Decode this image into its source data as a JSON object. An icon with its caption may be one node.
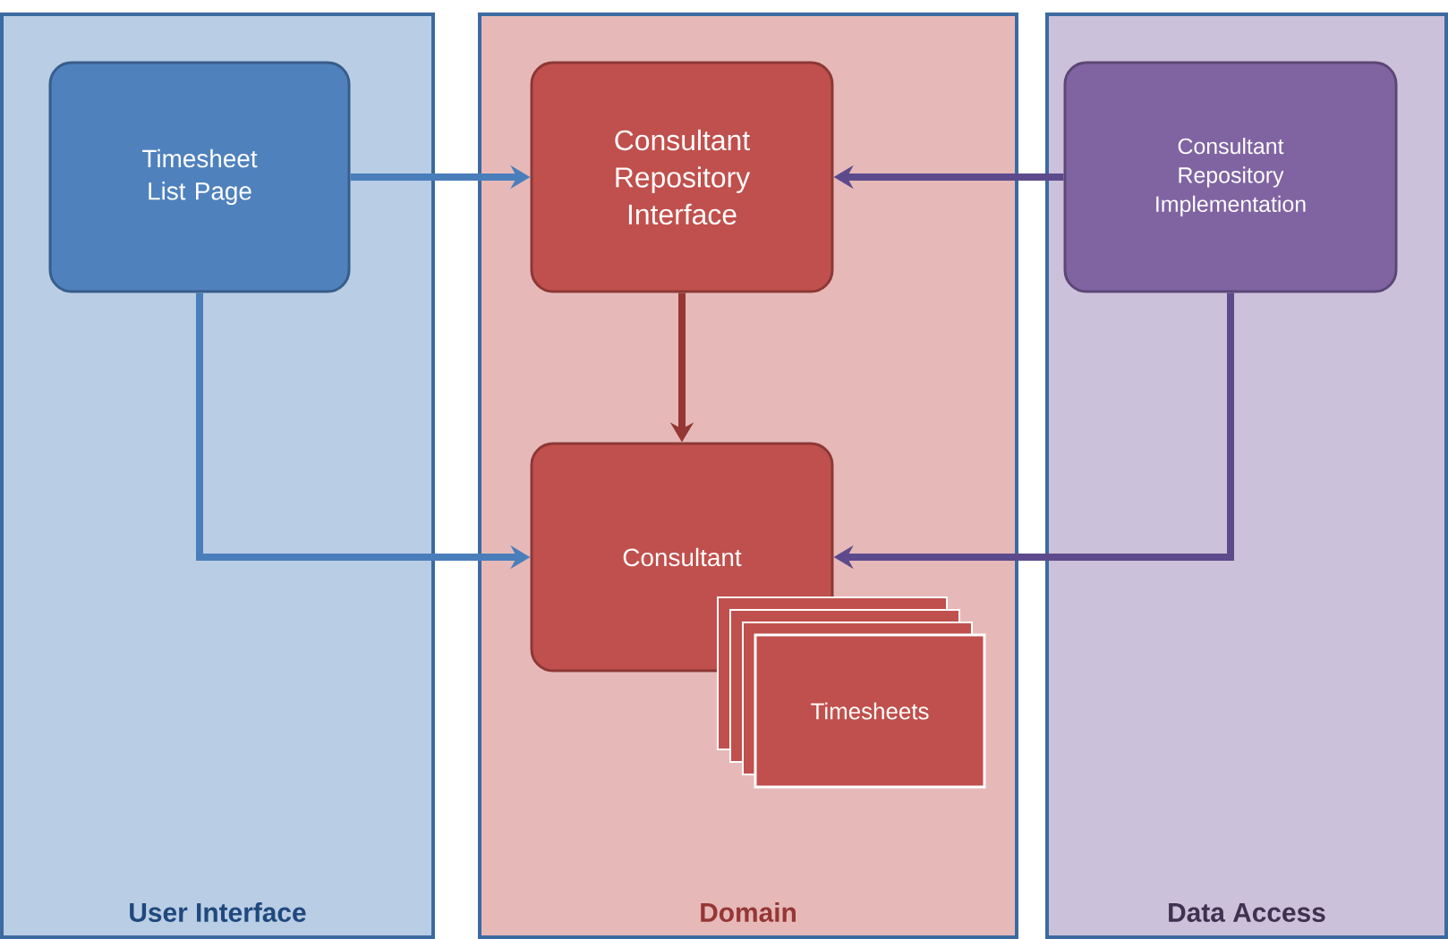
{
  "diagram": {
    "nodes": [
      {
        "text": [
          "User Interface"
        ]
      },
      {
        "text": [
          "Domain"
        ]
      },
      {
        "text": [
          "Data Access"
        ]
      },
      {
        "text": [
          "Timesheet List Page"
        ],
        "in": 0
      },
      {
        "text": [
          "Consultant Repository Interface"
        ],
        "in": 1
      },
      {
        "text": [
          "Consultant Repository Implementation"
        ],
        "in": 2
      },
      {
        "text": [
          "Consultant"
        ],
        "in": 1
      },
      {
        "text": [
          "Timesheets"
        ],
        "in": 1
      }
    ],
    "edges": [
      {
        "from": 3,
        "to": 4,
        "arrow": "to"
      },
      {
        "from": 5,
        "to": 4,
        "arrow": "to",
        "color": "#5c4a8c"
      },
      {
        "from": 4,
        "to": 6,
        "arrow": "to",
        "color": "#953735"
      },
      {
        "from": 3,
        "to": 6,
        "arrow": "to"
      },
      {
        "from": 5,
        "to": 6,
        "arrow": "to",
        "color": "#5c4a8c"
      }
    ]
  }
}
